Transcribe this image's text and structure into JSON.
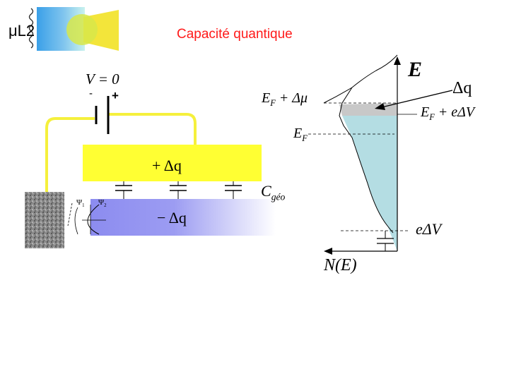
{
  "title": "Capacité quantique",
  "logo_text": "μL2",
  "battery": {
    "voltage": "V = 0",
    "minus": "-",
    "plus": "+"
  },
  "charges": {
    "plus": "+ Δq",
    "minus": "− Δq"
  },
  "capacitance": {
    "symbol": "C",
    "sub": "géo"
  },
  "psi": {
    "one": "Ψ",
    "one_sub": "1",
    "two": "Ψ",
    "two_sub": "2"
  },
  "dos": {
    "axis_e": "E",
    "axis_n": "N(E)",
    "dq": "Δq",
    "ef_mu_a": "E",
    "ef_mu_sub": "F",
    "ef_mu_b": " + Δμ",
    "ef_ev_a": "E",
    "ef_ev_sub": "F",
    "ef_ev_b": " + eΔV",
    "ef_a": "E",
    "ef_sub": "F",
    "edv": "eΔV"
  },
  "colors": {
    "title": "#ff1a1a",
    "plate": "#ffff33",
    "wire": "#f5f03c",
    "channel": "#9a9af2",
    "dos_fill": "#b4dde3",
    "dq_band": "#c8c8c8"
  }
}
